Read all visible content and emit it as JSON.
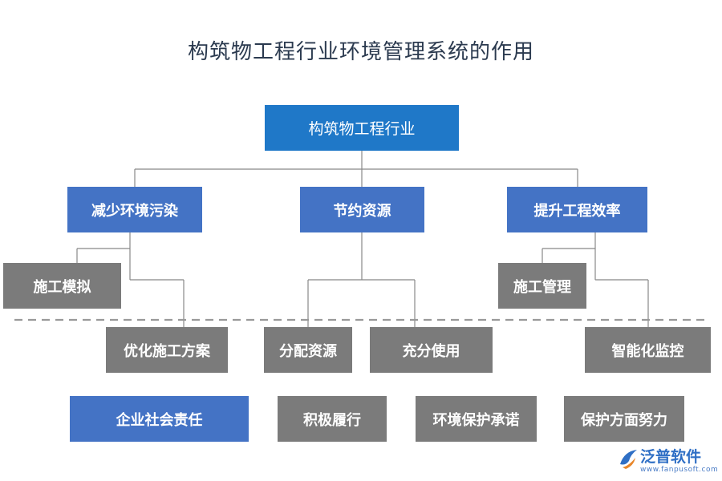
{
  "title": "构筑物工程行业环境管理系统的作用",
  "colors": {
    "root": "#1f78c8",
    "level1": "#4473c5",
    "gray": "#7b7b7b",
    "connector": "#888888",
    "separator": "#999999"
  },
  "root": "构筑物工程行业",
  "level1": [
    "减少环境污染",
    "节约资源",
    "提升工程效率"
  ],
  "level2": {
    "pollution": [
      "施工模拟",
      "优化施工方案"
    ],
    "resources": [
      "分配资源",
      "充分使用"
    ],
    "efficiency": [
      "施工管理",
      "智能化监控"
    ]
  },
  "bottom_row": [
    "企业社会责任",
    "积极履行",
    "环境保护承诺",
    "保护方面努力"
  ],
  "logo": {
    "name": "泛普软件",
    "url": "www.fanpusoft.com",
    "icon": "fanpu-logo-icon"
  }
}
